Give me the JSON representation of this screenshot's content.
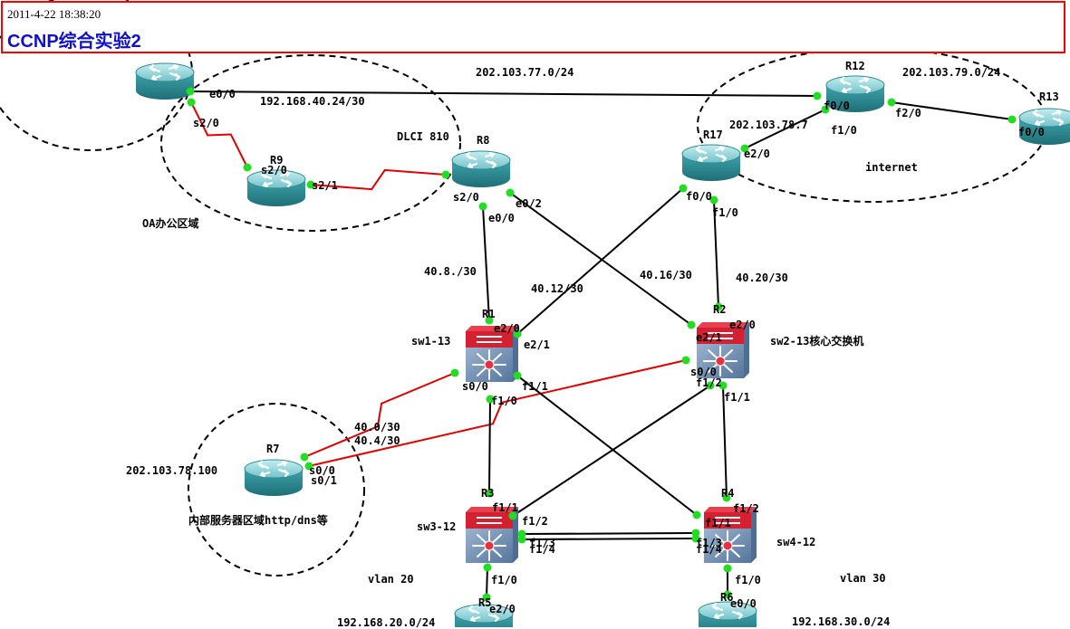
{
  "header": {
    "timestamp": "2011-4-22 18:38:20",
    "title": "CCNP综合实验2"
  },
  "devices": [
    {
      "id": "r-top-left",
      "label": "",
      "kind": "router"
    },
    {
      "id": "R9",
      "label": "R9",
      "kind": "router"
    },
    {
      "id": "R8",
      "label": "R8",
      "kind": "router"
    },
    {
      "id": "R12",
      "label": "R12",
      "kind": "router"
    },
    {
      "id": "R13",
      "label": "R13",
      "kind": "router"
    },
    {
      "id": "R17",
      "label": "R17",
      "kind": "router"
    },
    {
      "id": "R1",
      "label": "R1",
      "kind": "switch"
    },
    {
      "id": "R2",
      "label": "R2",
      "kind": "switch"
    },
    {
      "id": "R7",
      "label": "R7",
      "kind": "router"
    },
    {
      "id": "R3",
      "label": "R3",
      "kind": "switch"
    },
    {
      "id": "R4",
      "label": "R4",
      "kind": "switch"
    },
    {
      "id": "R5",
      "label": "R5",
      "kind": "router"
    },
    {
      "id": "R6",
      "label": "R6",
      "kind": "router"
    }
  ],
  "links": [
    {
      "id": "l1",
      "from": "r-top-left",
      "to": "R12",
      "type": "ethernet",
      "from_if": "e0/0",
      "to_if": "f0/0"
    },
    {
      "id": "l2",
      "from": "r-top-left",
      "to": "R9",
      "type": "serial",
      "from_if": "s2/0",
      "to_if": "s2/0"
    },
    {
      "id": "l3",
      "from": "R9",
      "to": "R8",
      "type": "serial",
      "from_if": "s2/1",
      "to_if": "s2/0"
    },
    {
      "id": "l4",
      "from": "R12",
      "to": "R13",
      "type": "ethernet",
      "from_if": "f2/0",
      "to_if": "f0/0"
    },
    {
      "id": "l5",
      "from": "R17",
      "to": "R12",
      "type": "ethernet",
      "from_if": "e2/0",
      "to_if": "f1/0"
    },
    {
      "id": "l6",
      "from": "R8",
      "to": "R1",
      "type": "ethernet",
      "from_if": "e0/0",
      "to_if": "e2/0"
    },
    {
      "id": "l7",
      "from": "R8",
      "to": "R2",
      "type": "ethernet",
      "from_if": "e0/2",
      "to_if": "e2/0"
    },
    {
      "id": "l8",
      "from": "R17",
      "to": "R1",
      "type": "ethernet",
      "from_if": "f0/0",
      "to_if": "e2/1"
    },
    {
      "id": "l9",
      "from": "R17",
      "to": "R2",
      "type": "ethernet",
      "from_if": "f1/0",
      "to_if": "e2/1"
    },
    {
      "id": "l10",
      "from": "R1",
      "to": "R7",
      "type": "serial",
      "from_if": "s0/0",
      "to_if": "s0/0"
    },
    {
      "id": "l11",
      "from": "R2",
      "to": "R7",
      "type": "serial",
      "from_if": "s0/0",
      "to_if": "s0/1"
    },
    {
      "id": "l12",
      "from": "R1",
      "to": "R3",
      "type": "ethernet",
      "from_if": "f1/0",
      "to_if": "f1/1"
    },
    {
      "id": "l13",
      "from": "R1",
      "to": "R4",
      "type": "ethernet",
      "from_if": "f1/1",
      "to_if": "f1/2"
    },
    {
      "id": "l14",
      "from": "R2",
      "to": "R3",
      "type": "ethernet",
      "from_if": "f1/2",
      "to_if": "f1/2"
    },
    {
      "id": "l15",
      "from": "R2",
      "to": "R4",
      "type": "ethernet",
      "from_if": "f1/1",
      "to_if": "f1/1"
    },
    {
      "id": "l16",
      "from": "R3",
      "to": "R4",
      "type": "ethernet",
      "from_if": "f1/3",
      "to_if": "f1/3"
    },
    {
      "id": "l17",
      "from": "R3",
      "to": "R4",
      "type": "ethernet",
      "from_if": "f1/4",
      "to_if": "f1/4"
    },
    {
      "id": "l18",
      "from": "R3",
      "to": "R5",
      "type": "ethernet",
      "from_if": "f1/0",
      "to_if": "e2/0"
    },
    {
      "id": "l19",
      "from": "R4",
      "to": "R6",
      "type": "ethernet",
      "from_if": "f1/0",
      "to_if": "e0/0"
    }
  ],
  "labels": {
    "net_202_103_77": "202.103.77.0/24",
    "net_202_103_79": "202.103.79.0/24",
    "net_202_103_78_7": "202.103.78.7",
    "net_192_168_40_24": "192.168.40.24/30",
    "dlci": "DLCI 810",
    "internet": "internet",
    "oa_zone": "OA办公区域",
    "net_40_8": "40.8./30",
    "net_40_12": "40.12/30",
    "net_40_16": "40.16/30",
    "net_40_20": "40.20/30",
    "sw1": "sw1-13",
    "sw2": "sw2-13核心交换机",
    "sw3": "sw3-12",
    "sw4": "sw4-12",
    "net_40_0": "40.0/30",
    "net_40_4": "40.4/30",
    "r7_ip": "202.103.78.100",
    "server_zone": "内部服务器区域http/dns等",
    "vlan20": "vlan 20",
    "vlan30": "vlan 30",
    "net_192_168_20": "192.168.20.0/24",
    "net_192_168_30": "192.168.30.0/24"
  },
  "interfaces": {
    "tl_e00": "e0/0",
    "tl_s20": "s2/0",
    "r9_s20": "s2/0",
    "r9_s21": "s2/1",
    "r8_s20": "s2/0",
    "r8_e00": "e0/0",
    "r8_e02": "e0/2",
    "r12_f00": "f0/0",
    "r12_f10": "f1/0",
    "r12_f20": "f2/0",
    "r13_f00": "f0/0",
    "r17_e20": "e2/0",
    "r17_f00": "f0/0",
    "r17_f10": "f1/0",
    "r1_e20": "e2/0",
    "r1_e21": "e2/1",
    "r1_s00": "s0/0",
    "r1_f10": "f1/0",
    "r1_f11": "f1/1",
    "r2_e20": "e2/0",
    "r2_e21": "e2/1",
    "r2_s00": "s0/0",
    "r2_f12": "f1/2",
    "r2_f11": "f1/1",
    "r7_s00": "s0/0",
    "r7_s01": "s0/1",
    "r3_f11": "f1/1",
    "r3_f12": "f1/2",
    "r3_f13": "f1/3",
    "r3_f14": "f1/4",
    "r3_f10": "f1/0",
    "r4_f12": "f1/2",
    "r4_f11": "f1/1",
    "r4_f13": "f1/3",
    "r4_f14": "f1/4",
    "r4_f10": "f1/0",
    "r5_e20": "e2/0",
    "r6_e00": "e0/0"
  },
  "colors": {
    "ethernet": "#000000",
    "serial": "#e00000",
    "port": "#22dd22",
    "router_top": "#9ed6dc",
    "router_body": "#2e8a92",
    "switch_red": "#d42030",
    "switch_blue": "#6f8fb4"
  }
}
